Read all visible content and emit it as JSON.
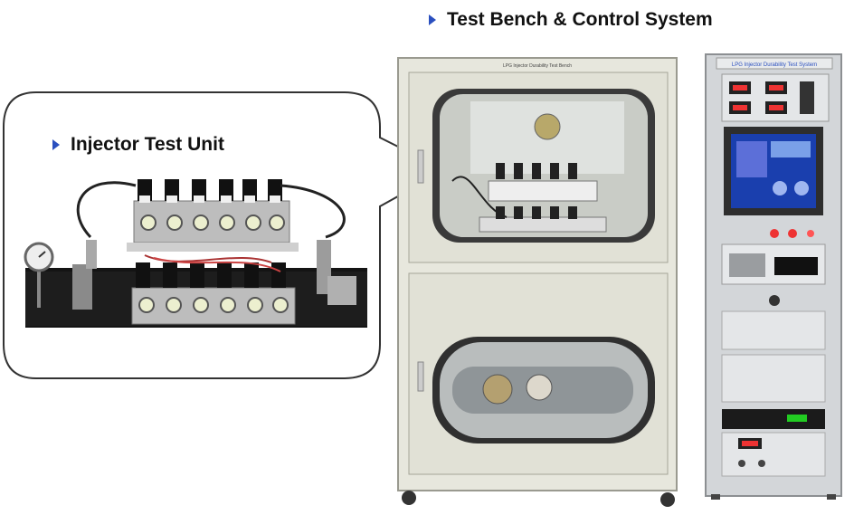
{
  "main_title": "Test Bench & Control  System",
  "unit_title": "Injector Test Unit",
  "bench_label": "LPG Injector Durability Test Bench",
  "rack_label": "LPG Injector Durability Test System",
  "colors": {
    "bullet": "#2a4fbf",
    "cabinet": "#e8e8dd",
    "rack": "#d9dcdf",
    "screen": "#1a3fae"
  }
}
